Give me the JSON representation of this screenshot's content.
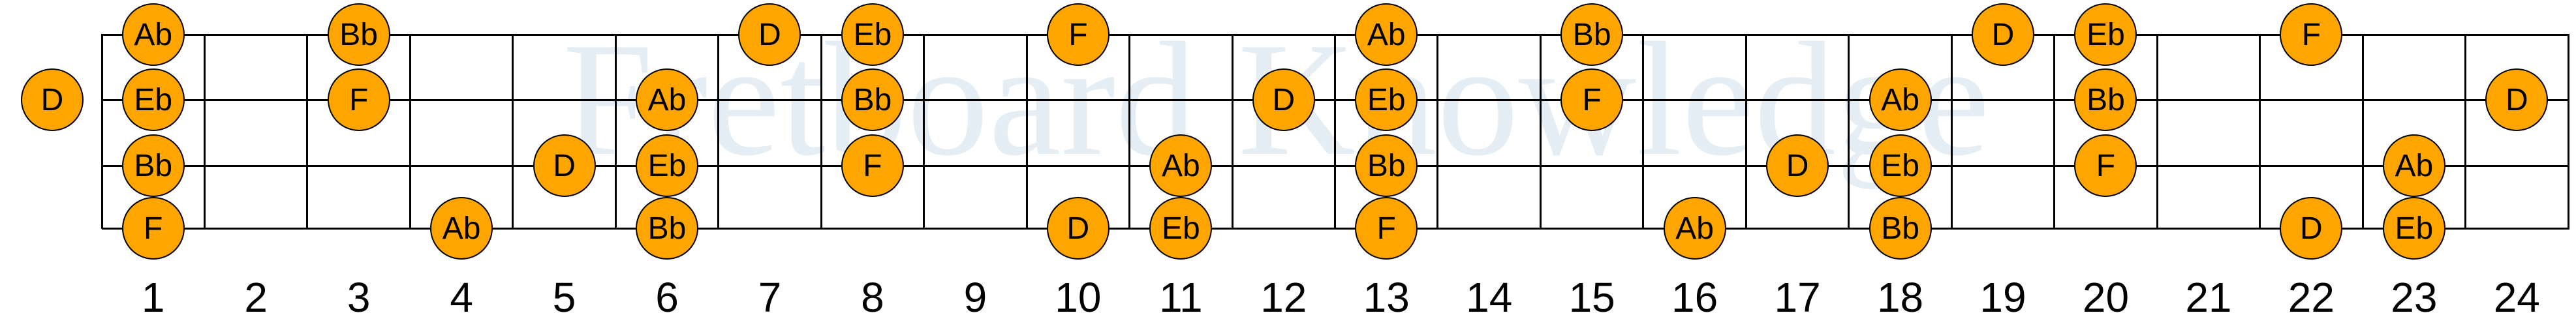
{
  "watermark": "Fretboard Knowledge",
  "colors": {
    "note_fill": "#FFA500",
    "note_border": "#000000",
    "line": "#000000",
    "watermark": "#e5eef5",
    "background": "#ffffff"
  },
  "fretboard": {
    "num_frets": 24,
    "num_strings": 4,
    "fret_numbers": [
      "1",
      "2",
      "3",
      "4",
      "5",
      "6",
      "7",
      "8",
      "9",
      "10",
      "11",
      "12",
      "13",
      "14",
      "15",
      "16",
      "17",
      "18",
      "19",
      "20",
      "21",
      "22",
      "23",
      "24"
    ],
    "strings": [
      {
        "index": 1,
        "notes": [
          {
            "fret": 1,
            "label": "Ab"
          },
          {
            "fret": 3,
            "label": "Bb"
          },
          {
            "fret": 7,
            "label": "D"
          },
          {
            "fret": 8,
            "label": "Eb"
          },
          {
            "fret": 10,
            "label": "F"
          },
          {
            "fret": 13,
            "label": "Ab"
          },
          {
            "fret": 15,
            "label": "Bb"
          },
          {
            "fret": 19,
            "label": "D"
          },
          {
            "fret": 20,
            "label": "Eb"
          },
          {
            "fret": 22,
            "label": "F"
          }
        ]
      },
      {
        "index": 2,
        "notes": [
          {
            "fret": 0,
            "label": "D"
          },
          {
            "fret": 1,
            "label": "Eb"
          },
          {
            "fret": 3,
            "label": "F"
          },
          {
            "fret": 6,
            "label": "Ab"
          },
          {
            "fret": 8,
            "label": "Bb"
          },
          {
            "fret": 12,
            "label": "D"
          },
          {
            "fret": 13,
            "label": "Eb"
          },
          {
            "fret": 15,
            "label": "F"
          },
          {
            "fret": 18,
            "label": "Ab"
          },
          {
            "fret": 20,
            "label": "Bb"
          },
          {
            "fret": 24,
            "label": "D"
          }
        ]
      },
      {
        "index": 3,
        "notes": [
          {
            "fret": 1,
            "label": "Bb"
          },
          {
            "fret": 5,
            "label": "D"
          },
          {
            "fret": 6,
            "label": "Eb"
          },
          {
            "fret": 8,
            "label": "F"
          },
          {
            "fret": 11,
            "label": "Ab"
          },
          {
            "fret": 13,
            "label": "Bb"
          },
          {
            "fret": 17,
            "label": "D"
          },
          {
            "fret": 18,
            "label": "Eb"
          },
          {
            "fret": 20,
            "label": "F"
          },
          {
            "fret": 23,
            "label": "Ab"
          }
        ]
      },
      {
        "index": 4,
        "notes": [
          {
            "fret": 1,
            "label": "F"
          },
          {
            "fret": 4,
            "label": "Ab"
          },
          {
            "fret": 6,
            "label": "Bb"
          },
          {
            "fret": 10,
            "label": "D"
          },
          {
            "fret": 11,
            "label": "Eb"
          },
          {
            "fret": 13,
            "label": "F"
          },
          {
            "fret": 16,
            "label": "Ab"
          },
          {
            "fret": 18,
            "label": "Bb"
          },
          {
            "fret": 22,
            "label": "D"
          },
          {
            "fret": 23,
            "label": "Eb"
          }
        ]
      }
    ]
  }
}
